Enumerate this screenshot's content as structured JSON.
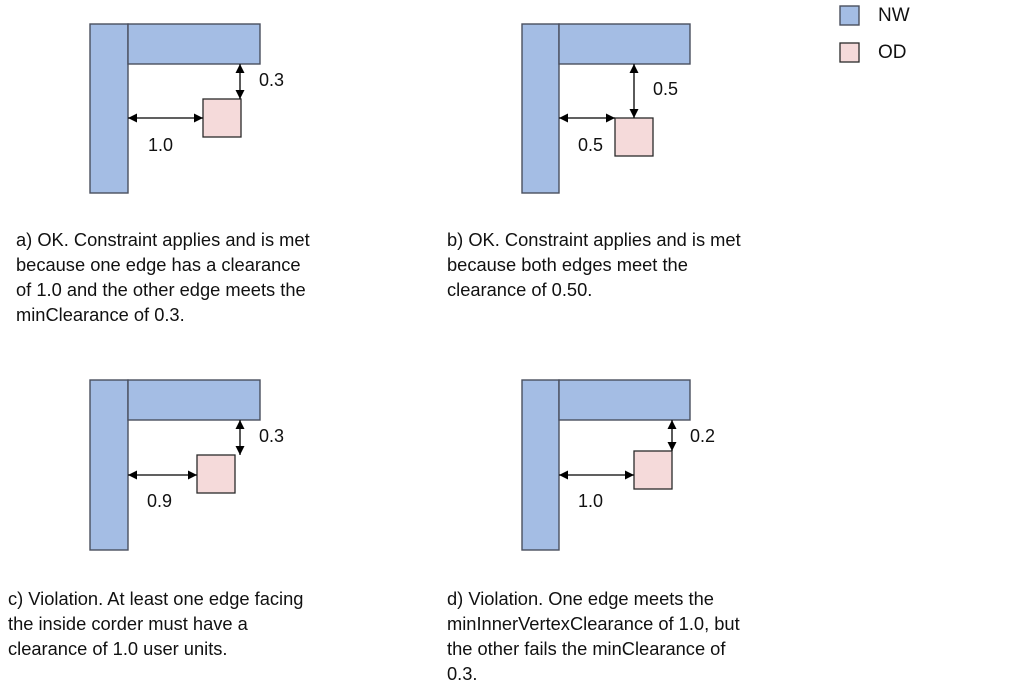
{
  "legend": {
    "items": [
      {
        "label": "NW",
        "color": "#a4bde4"
      },
      {
        "label": "OD",
        "color": "#f5dada"
      }
    ]
  },
  "panels": [
    {
      "id": "a",
      "horizontal_clearance": "1.0",
      "vertical_clearance": "0.3",
      "status": "OK",
      "caption_lines": [
        "a) OK. Constraint applies and is met",
        "because one edge has a clearance",
        "of 1.0 and the other edge meets the",
        "minClearance of 0.3."
      ]
    },
    {
      "id": "b",
      "horizontal_clearance": "0.5",
      "vertical_clearance": "0.5",
      "status": "OK",
      "caption_lines": [
        "b) OK. Constraint applies and is met",
        "because both edges meet the",
        "clearance of 0.50."
      ]
    },
    {
      "id": "c",
      "horizontal_clearance": "0.9",
      "vertical_clearance": "0.3",
      "status": "Violation",
      "caption_lines": [
        "c) Violation. At least one edge facing",
        "the inside corder must have a",
        "clearance of 1.0 user units."
      ]
    },
    {
      "id": "d",
      "horizontal_clearance": "1.0",
      "vertical_clearance": "0.2",
      "status": "Violation",
      "caption_lines": [
        "d) Violation. One edge meets the",
        "minInnerVertexClearance of 1.0, but",
        "the other fails the minClearance of",
        "0.3."
      ]
    }
  ]
}
